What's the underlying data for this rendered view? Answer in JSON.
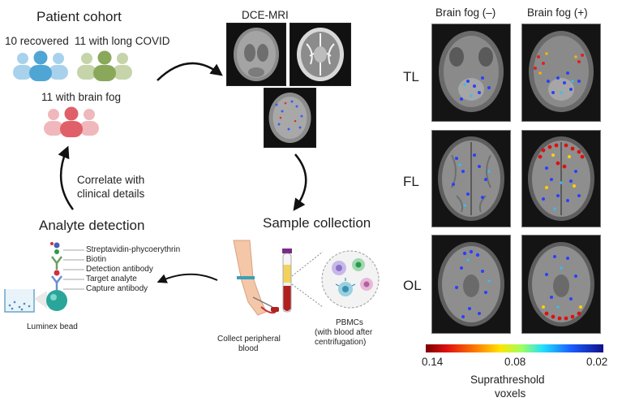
{
  "left": {
    "cohort_title": "Patient cohort",
    "groups": [
      {
        "label": "10 recovered",
        "color": "#4fa6d4"
      },
      {
        "label": "11 with long COVID",
        "color": "#8aa85a"
      },
      {
        "label": "11 with brain fog",
        "color": "#e0606a"
      }
    ],
    "mri_title": "DCE-MRI",
    "sample_collection": "Sample collection",
    "analyte_detection": "Analyte detection",
    "correlate_line1": "Correlate with",
    "correlate_line2": "clinical details",
    "assay_labels": [
      "Streptavidin-phycoerythrin",
      "Biotin",
      "Detection antibody",
      "Target analyte",
      "Capture antibody"
    ],
    "bead_label": "Luminex bead",
    "collect_line1": "Collect peripheral",
    "collect_line2": "blood",
    "pbmc_line1": "PBMCs",
    "pbmc_line2": "(with blood after",
    "pbmc_line3": "centrifugation)"
  },
  "right": {
    "col_neg": "Brain fog (–)",
    "col_pos": "Brain fog (+)",
    "rows": [
      "TL",
      "FL",
      "OL"
    ],
    "colorbar_min": "0.14",
    "colorbar_mid": "0.08",
    "colorbar_max": "0.02",
    "colorbar_title_line1": "Suprathreshold",
    "colorbar_title_line2": "voxels"
  }
}
